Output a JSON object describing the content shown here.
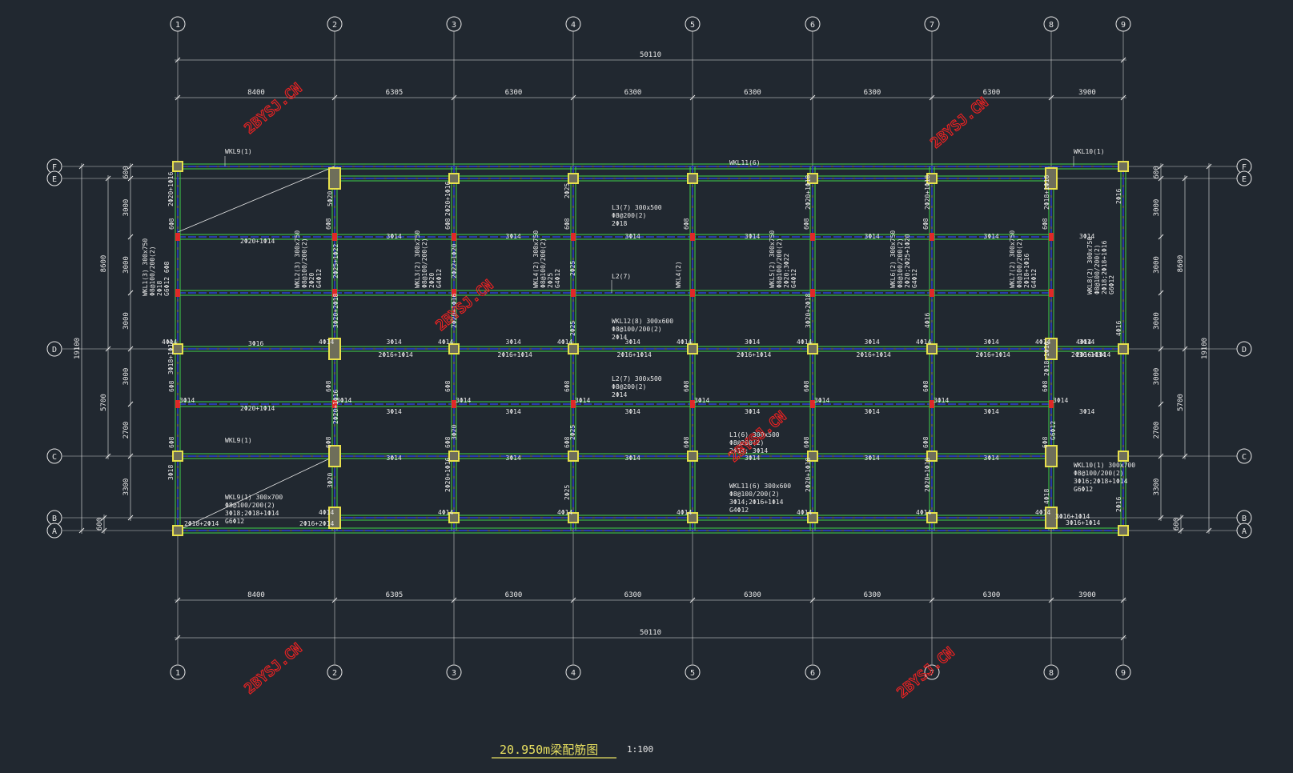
{
  "drawing": {
    "title": "20.950m梁配筋图",
    "scale": "1:100"
  },
  "grid": {
    "cols": [
      "1",
      "2",
      "3",
      "4",
      "5",
      "6",
      "7",
      "8",
      "9"
    ],
    "rows": [
      "F",
      "E",
      "D",
      "C",
      "B",
      "A"
    ]
  },
  "dims": {
    "total_x": "50110",
    "spans_x": [
      "8400",
      "6305",
      "6300",
      "6300",
      "6300",
      "6300",
      "6300",
      "3900"
    ],
    "total_y": "19100",
    "left_a": [
      "600",
      "3000",
      "3000",
      "3000",
      "3000",
      "2700",
      "3300",
      "600"
    ],
    "left_b": [
      "8600",
      "5700"
    ],
    "left_c": [
      "600",
      "600"
    ]
  },
  "watermark": "2BYSJ.CN",
  "colors": {
    "background": "#212830",
    "beam_blue": "#2c40d8",
    "beam_green": "#3fd24a",
    "column_yellow": "#e8e04c",
    "rebar_red": "#e02828",
    "text_white": "#e8e8e8",
    "watermark_red": "#ee2222"
  },
  "labels": {
    "wkl9_top": "WKL9(1)",
    "wkl11_top": "WKL11(6)",
    "wkl10_top": "WKL10(1)",
    "wkl9_mid": "WKL9(1)",
    "l3": [
      "L3(7) 300x500",
      "Φ8@200(2)",
      "2Φ18"
    ],
    "l2": "L2(7)",
    "wkl12": [
      "WKL12(8) 300x600",
      "Φ8@100/200(2)",
      "2Φ14"
    ],
    "l2b": [
      "L2(7) 300x500",
      "Φ8@200(2)",
      "2Φ14"
    ],
    "l1": [
      "L1(6) 300x500",
      "Φ8@200(2)",
      "2Φ14; 3Φ14"
    ],
    "wkl9_bot": [
      "WKL9(1) 300x700",
      "Φ8@100/200(2)",
      "3Φ18;2Φ18+1Φ14",
      "G6Φ12"
    ],
    "wkl11_bot": [
      "WKL11(6) 300x600",
      "Φ8@100/200(2)",
      "3Φ14;2Φ16+1Φ14",
      "G4Φ12"
    ],
    "wkl10_bot": [
      "WKL10(1) 300x700",
      "Φ8@100/200(2)",
      "3Φ16;2Φ18+1Φ14",
      "G6Φ12"
    ],
    "v_wkl1": [
      "WKL1(3) 300x750",
      "Φ8@100/200(2)",
      "2Φ18",
      "G6Φ12 6Φ8"
    ],
    "v_wkl2": [
      "WKL2(3) 300x750",
      "Φ8@100/200(2)",
      "2Φ20",
      "G4Φ12"
    ],
    "v_wkl3": [
      "WKL3(2) 300x750",
      "Φ8@100/200(2)",
      "2Φ20",
      "G4Φ12"
    ],
    "v_wkl4": [
      "WKL4(2) 300x750",
      "Φ8@100/200(2)",
      "2Φ25",
      "G4Φ12"
    ],
    "v_wkl4b": [
      "WKL4(2)"
    ],
    "v_wkl5": [
      "WKL5(2) 300x750",
      "Φ8@100/200(2)",
      "2Φ20;3Φ22",
      "G4Φ12"
    ],
    "v_wkl6": [
      "WKL6(2) 300x750",
      "Φ8@100/200(2)",
      "2Φ20;2Φ25+1Φ20",
      "G4Φ12"
    ],
    "v_wkl7": [
      "WKL7(2) 300x750",
      "Φ8@100/200(2)",
      "2Φ18+1Φ16",
      "G4Φ12"
    ],
    "v_wkl8": [
      "WKL8(2) 300x750",
      "Φ8@100/200(2)",
      "2Φ18;2Φ18+1Φ16",
      "G6Φ12"
    ],
    "rebar_3_14": "3Φ14",
    "rebar_4_14": "4Φ14",
    "rebar_3_16": "3Φ16",
    "rebar_216_114": "2Φ16+1Φ14",
    "rebar_220_114": "2Φ20+1Φ14",
    "rebar_218_114": "2Φ18+2Φ14",
    "rebar_216_214": "2Φ16+2Φ14",
    "rebar_316_114": "3Φ16+1Φ14",
    "rebar_6_8": "6Φ8",
    "rebar_3_20": "3Φ20",
    "rebar_2_25": "2Φ25",
    "rebar_2_16": "2Φ16",
    "rebar_4_18": "4Φ18",
    "rebar_5_20": "5Φ20",
    "rebar_3_18": "3Φ18",
    "rebar_2020_216": "2Φ20+1Φ16",
    "rebar_2025_122": "2Φ25+1Φ22",
    "rebar_2022_120": "2Φ22+1Φ20",
    "rebar_2020_118": "2Φ20+1Φ18",
    "rebar_3020_218": "3Φ20+2Φ18",
    "rebar_216_116": "2Φ18+1Φ16",
    "rebar_2020_120": "2Φ20+1Φ20",
    "rebar_3018_116": "3Φ18+1Φ16",
    "rebar_g6_12": "G6Φ12",
    "rebar_g4_12": "G4Φ12",
    "rebar_2_14": "2Φ14",
    "rebar_4_16": "4Φ16"
  }
}
